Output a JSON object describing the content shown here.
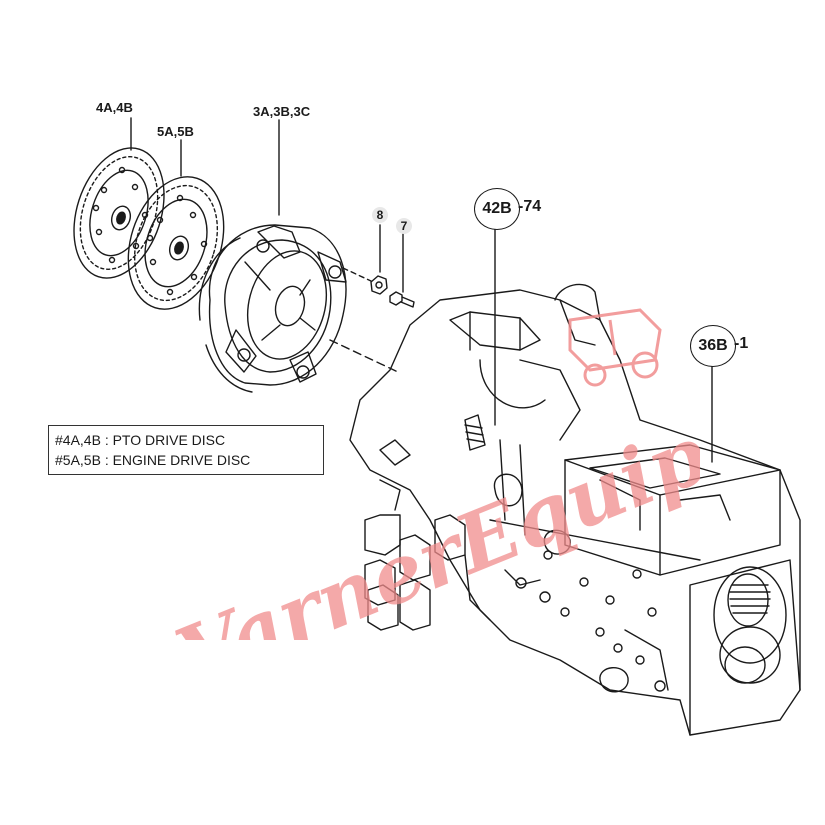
{
  "labels": {
    "disc_pto": "4A,4B",
    "disc_engine": "5A,5B",
    "clutch_assy": "3A,3B,3C",
    "part8": "8",
    "part7": "7"
  },
  "callouts": {
    "group_42b": {
      "code": "42B",
      "suffix": "-74"
    },
    "group_36b": {
      "code": "36B",
      "suffix": "-1"
    }
  },
  "legend": {
    "line1": "#4A,4B : PTO DRIVE DISC",
    "line2": "#5A,5B : ENGINE DRIVE DISC"
  },
  "watermark": {
    "text": "VarnerEquipment",
    "color": "#f08c8c"
  },
  "colors": {
    "line": "#1a1a1a",
    "background": "#ffffff"
  }
}
